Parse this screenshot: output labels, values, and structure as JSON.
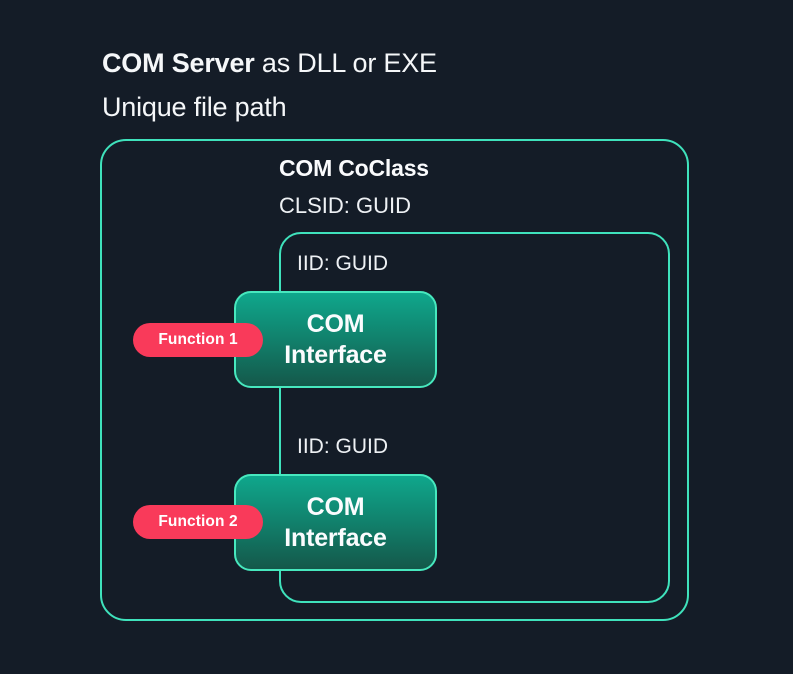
{
  "colors": {
    "background": "#141c27",
    "border_teal": "#3fe2bc",
    "box_border_teal": "#47e8be",
    "box_gradient_top": "#0fa78c",
    "box_gradient_bottom": "#14584a",
    "pill_red": "#f93a5a",
    "text_white": "#f5f7f9"
  },
  "header": {
    "title_bold": "COM Server",
    "title_rest": " as DLL or EXE",
    "subtitle": "Unique file path"
  },
  "coclass": {
    "title": "COM CoClass",
    "clsid": "CLSID: GUID"
  },
  "interfaces": [
    {
      "iid": "IID: GUID",
      "box_line1": "COM",
      "box_line2": "Interface",
      "function_label": "Function 1"
    },
    {
      "iid": "IID: GUID",
      "box_line1": "COM",
      "box_line2": "Interface",
      "function_label": "Function 2"
    }
  ]
}
